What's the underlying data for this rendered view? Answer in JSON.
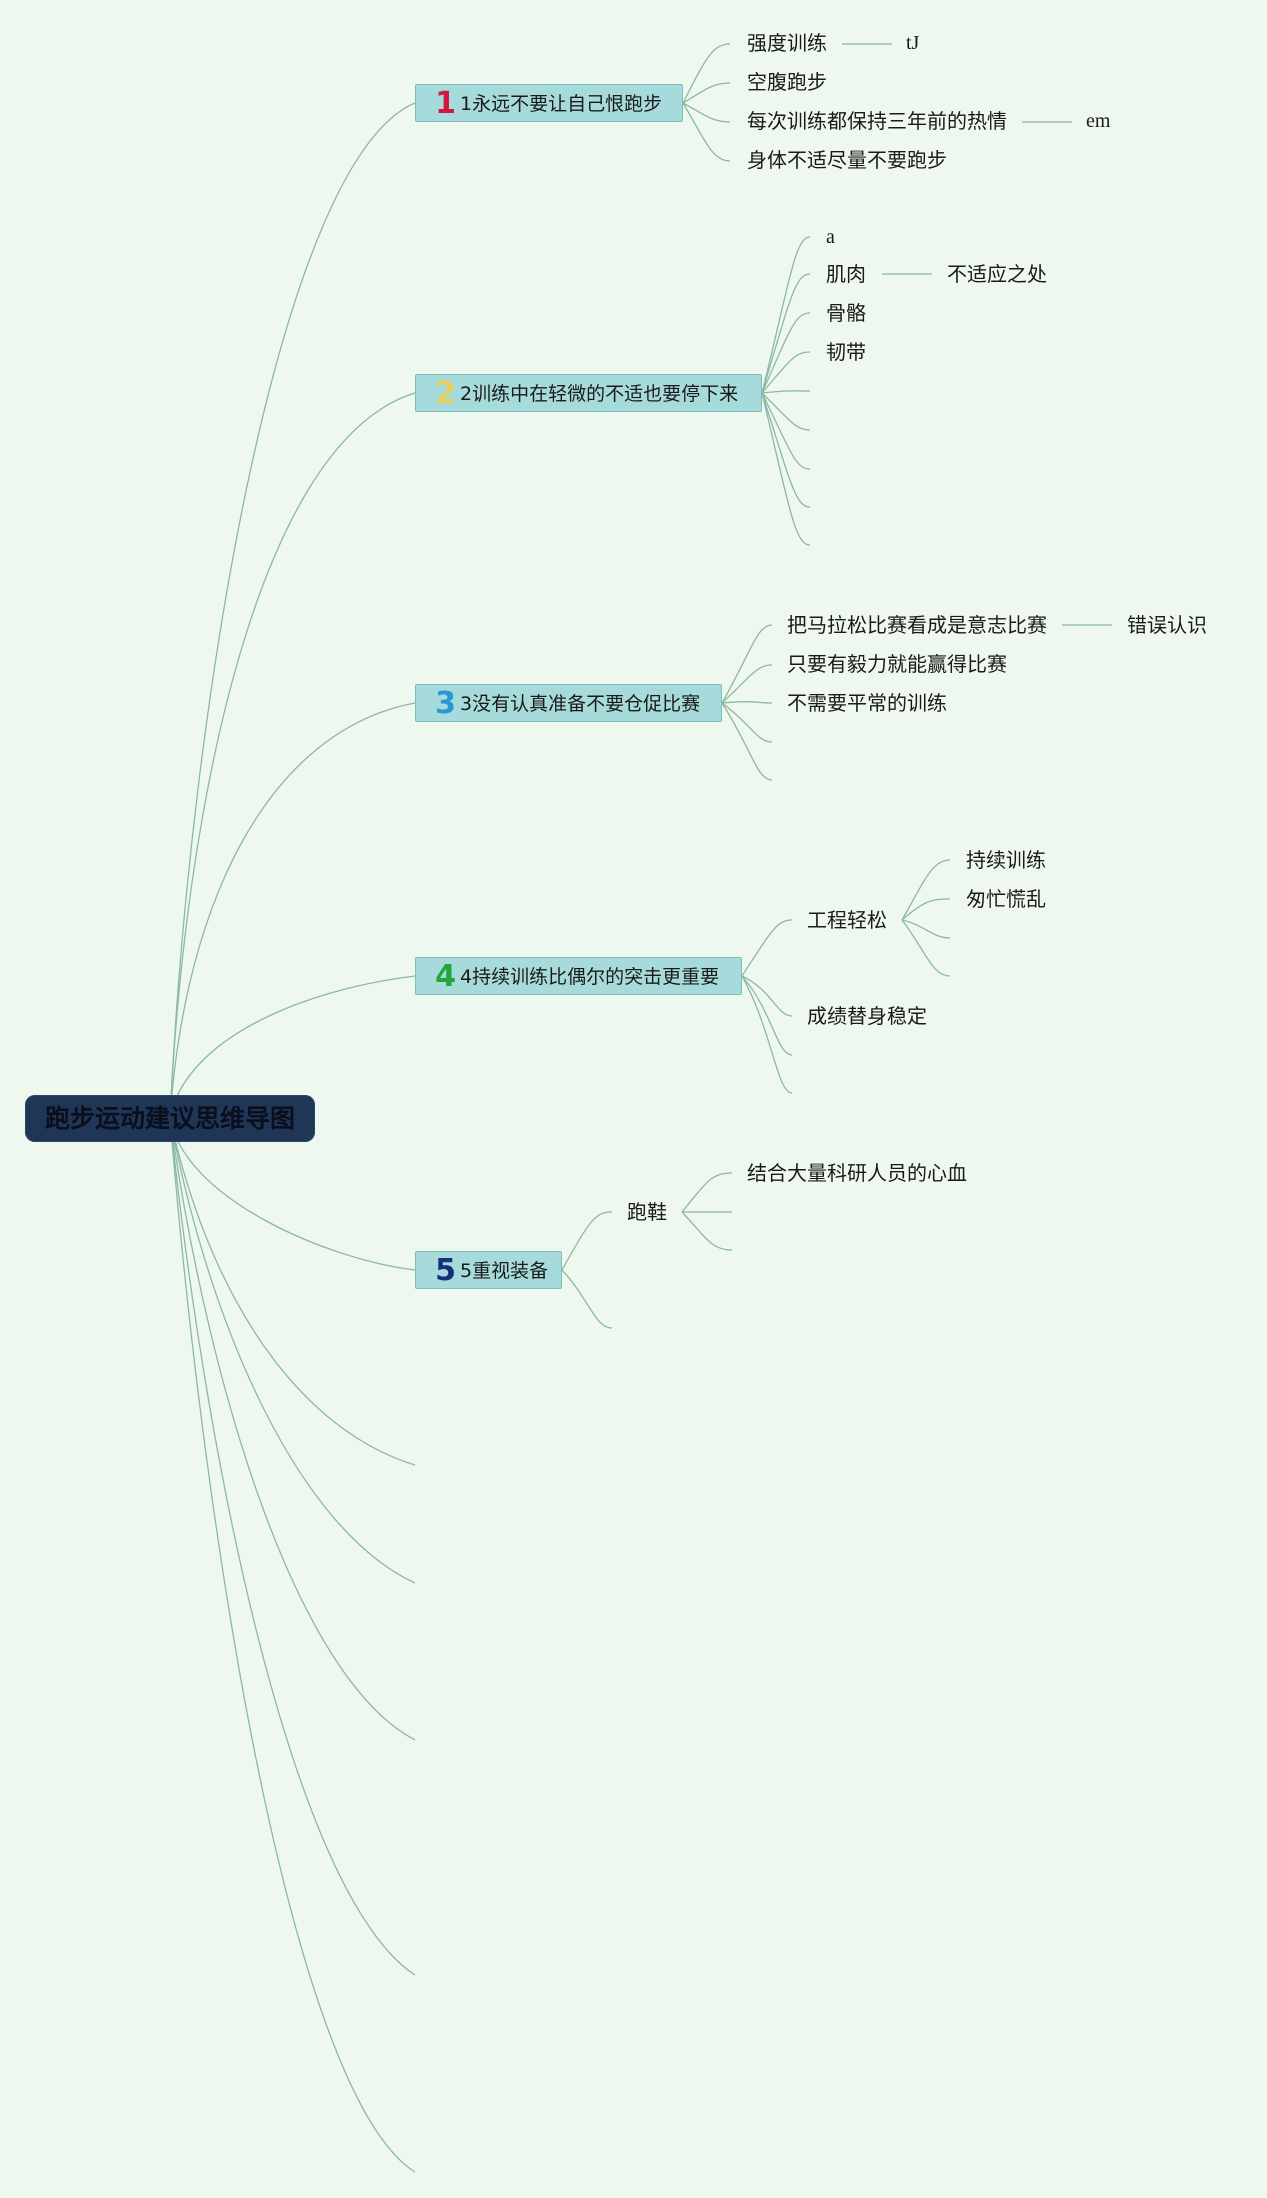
{
  "root": {
    "title": "跑步运动建议思维导图"
  },
  "topics": [
    {
      "number": "1",
      "number_color": "#d4183d",
      "label": "1永远不要让自己恨跑步",
      "children": [
        {
          "label": "强度训练",
          "child": "tJ"
        },
        {
          "label": "空腹跑步"
        },
        {
          "label": "每次训练都保持三年前的热情",
          "child": "em"
        },
        {
          "label": "身体不适尽量不要跑步"
        }
      ]
    },
    {
      "number": "2",
      "number_color": "#e6cf5a",
      "label": "2训练中在轻微的不适也要停下来",
      "children": [
        {
          "label": "a"
        },
        {
          "label": "肌肉",
          "child": "不适应之处"
        },
        {
          "label": "骨骼"
        },
        {
          "label": "韧带"
        }
      ]
    },
    {
      "number": "3",
      "number_color": "#2a96d8",
      "label": "3没有认真准备不要仓促比赛",
      "children": [
        {
          "label": "把马拉松比赛看成是意志比赛",
          "child": "错误认识"
        },
        {
          "label": "只要有毅力就能赢得比赛"
        },
        {
          "label": "不需要平常的训练"
        }
      ]
    },
    {
      "number": "4",
      "number_color": "#22a63a",
      "label": "4持续训练比偶尔的突击更重要",
      "children": [
        {
          "label": "工程轻松",
          "children": [
            "持续训练",
            "匆忙慌乱"
          ]
        },
        {
          "label": "成绩替身稳定"
        }
      ]
    },
    {
      "number": "5",
      "number_color": "#16307a",
      "label": "5重视装备",
      "children": [
        {
          "label": "跑鞋",
          "children": [
            "结合大量科研人员的心血"
          ]
        }
      ]
    }
  ]
}
